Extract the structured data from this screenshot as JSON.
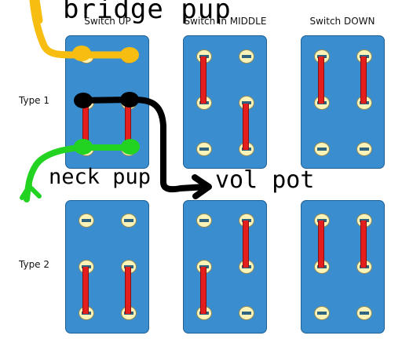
{
  "headers": {
    "up": "Switch UP",
    "middle": "Switch in MIDDLE",
    "down": "Switch DOWN"
  },
  "rows": {
    "type1": "Type 1",
    "type2": "Type 2"
  },
  "annotations": {
    "bridge_pup": "bridge pup",
    "neck_pup": "neck pup",
    "vol_pot": "vol pot"
  },
  "colors": {
    "switch_body": "#3a8ecf",
    "terminal": "#fbf3b8",
    "bridge_bar": "#e41d1d",
    "wire_yellow": "#f7bd10",
    "wire_green": "#22d322",
    "wire_black": "#000000"
  }
}
